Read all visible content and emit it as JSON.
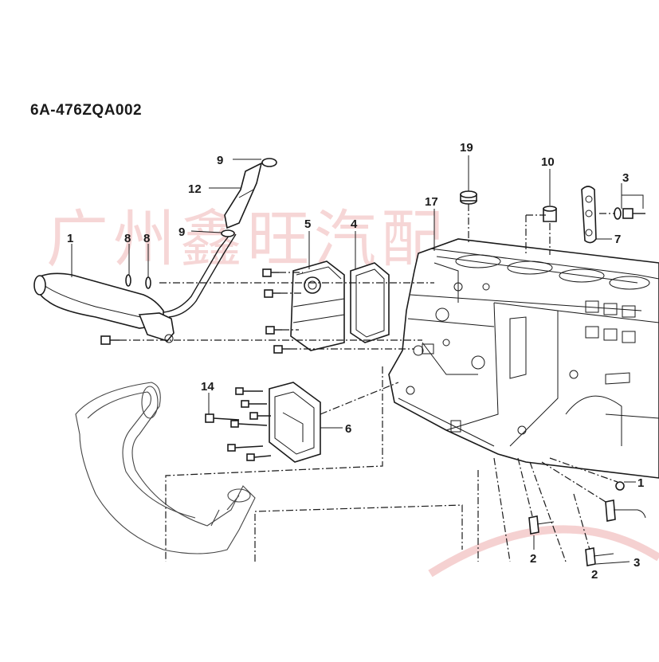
{
  "diagram": {
    "code": "6A-476ZQA002",
    "watermark": "广州鑫旺汽配",
    "callouts": [
      {
        "id": "c1",
        "label": "1"
      },
      {
        "id": "c8a",
        "label": "8"
      },
      {
        "id": "c8b",
        "label": "8"
      },
      {
        "id": "c9a",
        "label": "9"
      },
      {
        "id": "c9b",
        "label": "9"
      },
      {
        "id": "c12",
        "label": "12"
      },
      {
        "id": "c5",
        "label": "5"
      },
      {
        "id": "c4",
        "label": "4"
      },
      {
        "id": "c17",
        "label": "17"
      },
      {
        "id": "c19",
        "label": "19"
      },
      {
        "id": "c10",
        "label": "10"
      },
      {
        "id": "c3",
        "label": "3"
      },
      {
        "id": "c7",
        "label": "7"
      },
      {
        "id": "c14",
        "label": "14"
      },
      {
        "id": "c6",
        "label": "6"
      },
      {
        "id": "c1r",
        "label": "1"
      },
      {
        "id": "c2a",
        "label": "2"
      },
      {
        "id": "c2b",
        "label": "2"
      },
      {
        "id": "c3r",
        "label": "3"
      }
    ]
  }
}
